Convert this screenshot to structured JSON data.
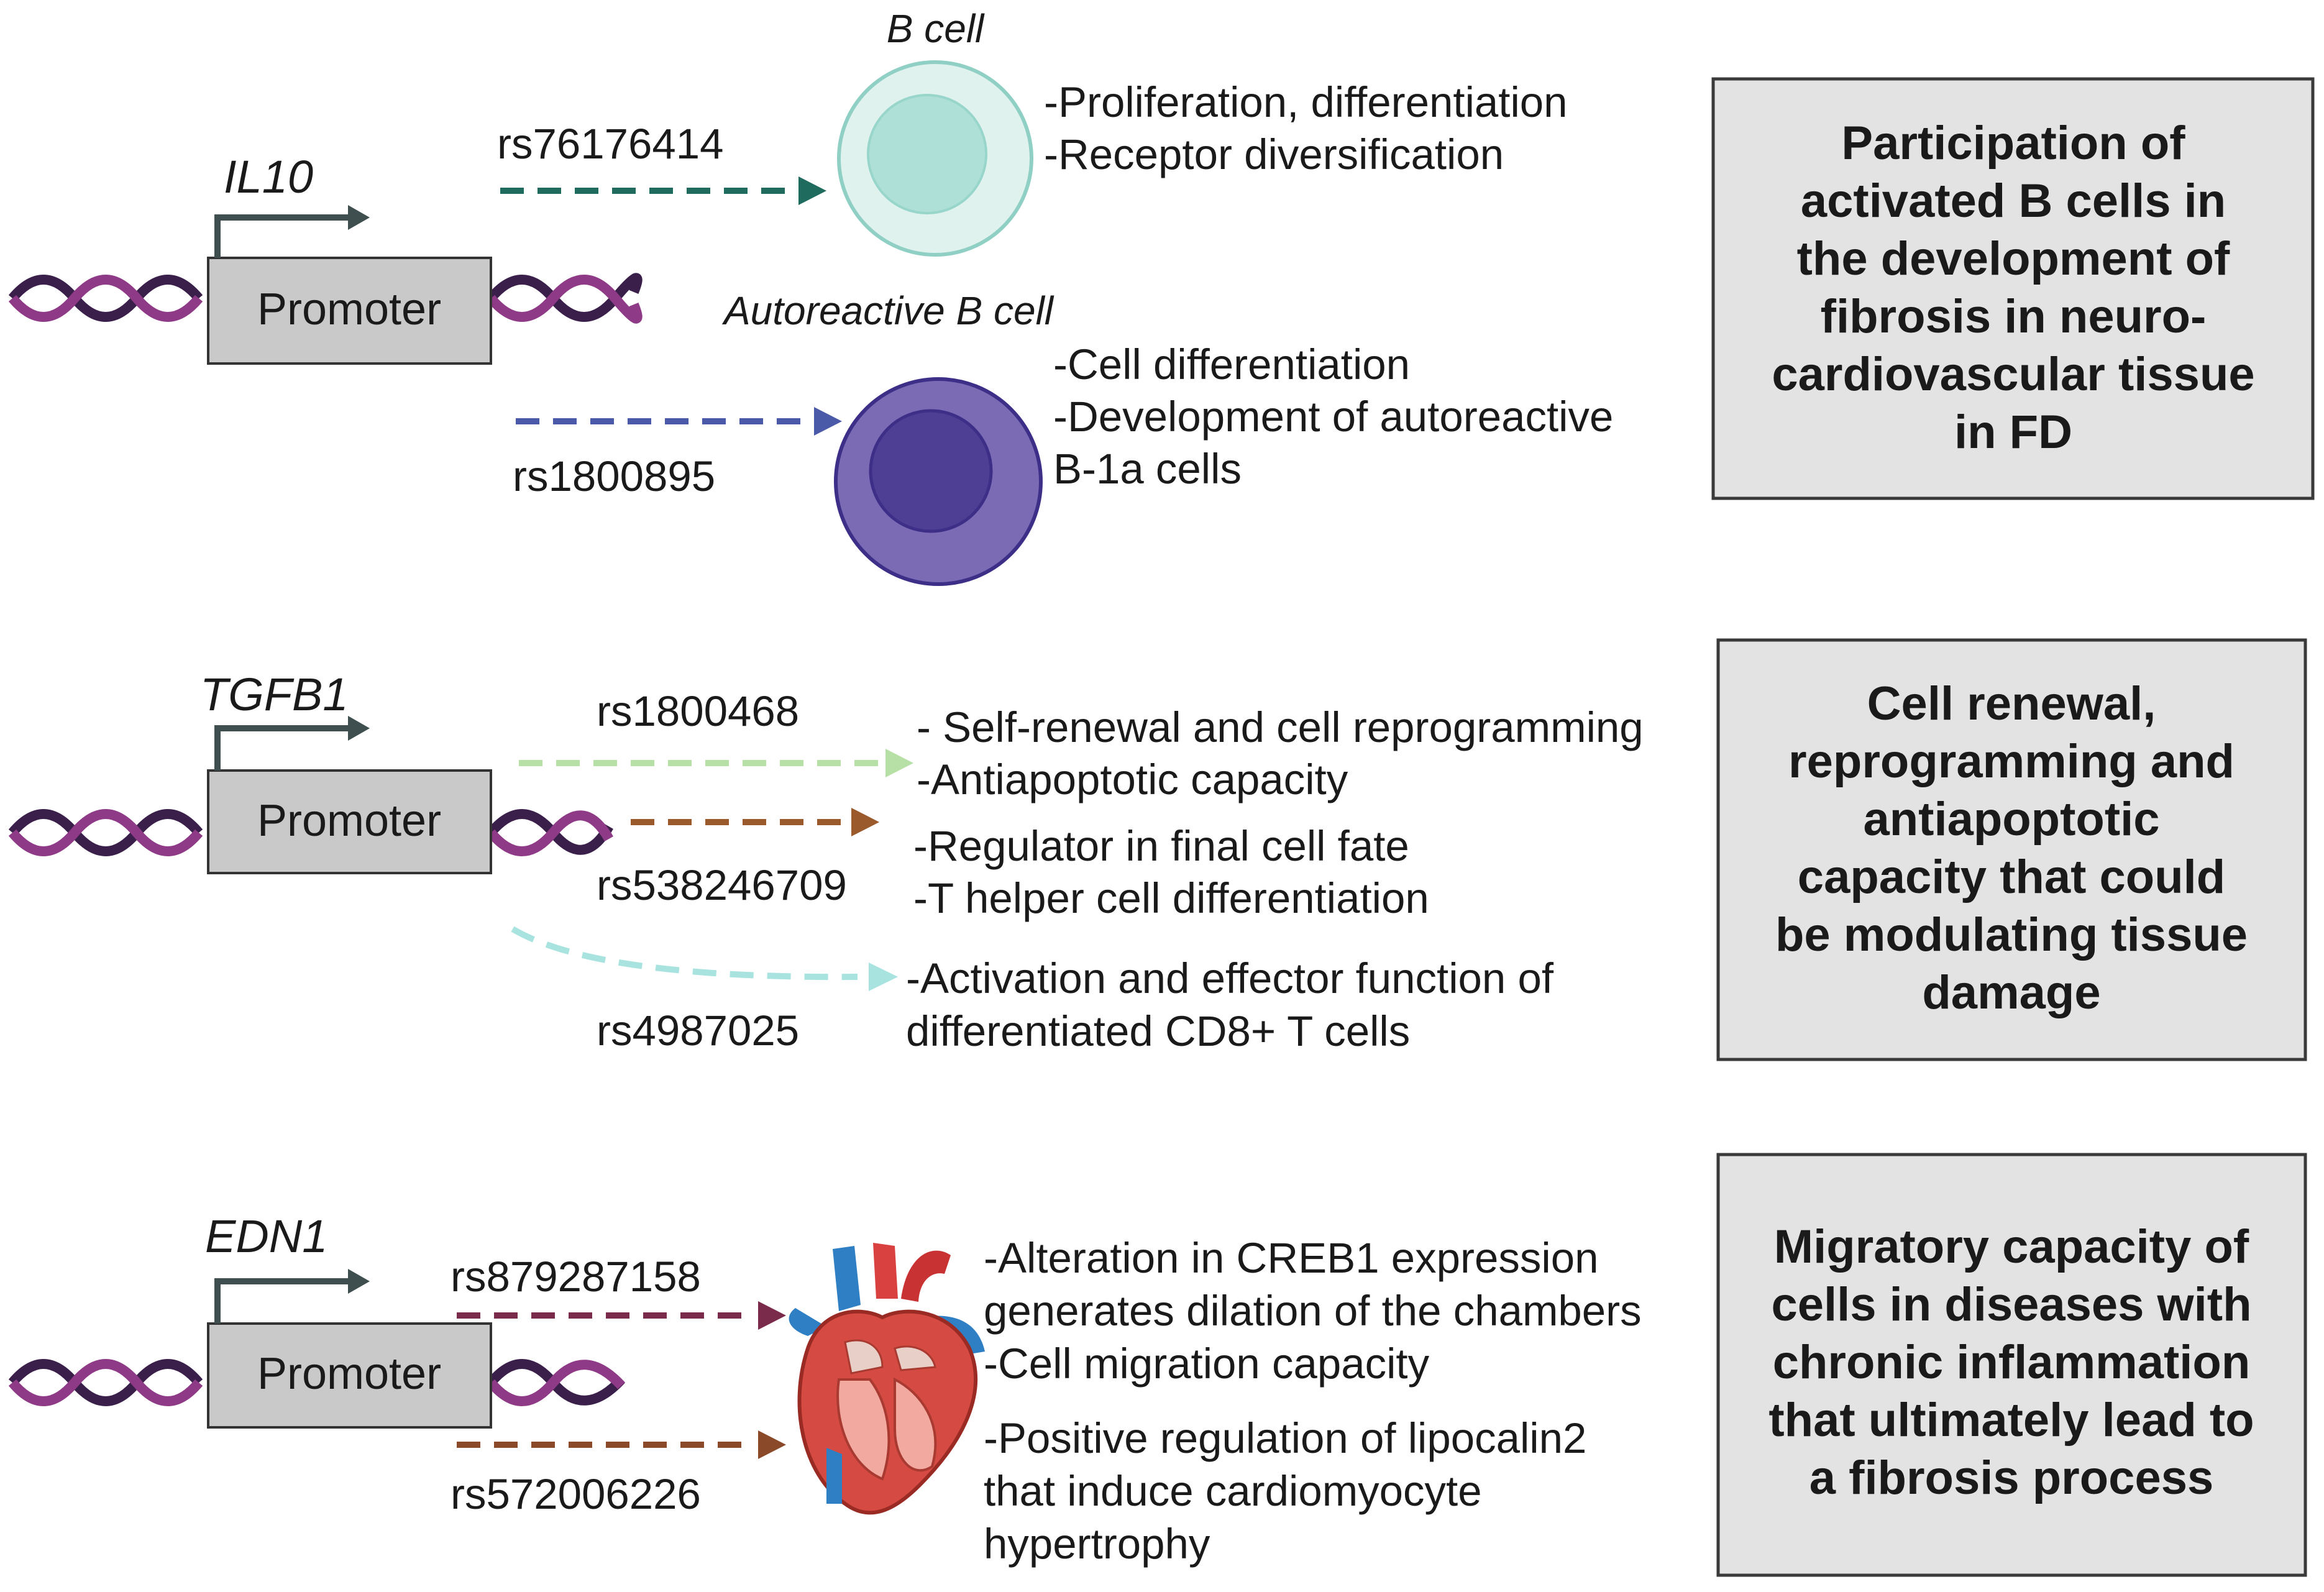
{
  "panels": [
    {
      "gene": "IL10",
      "promoter_label": "Promoter",
      "variants": [
        {
          "id": "rs76176414",
          "color": "#1f6b5e"
        },
        {
          "id": "rs1800895",
          "color": "#4a5aa8"
        }
      ],
      "cells": [
        {
          "title": "B cell",
          "color": "#cdece6",
          "functions": [
            "-Proliferation, differentiation",
            "-Receptor diversification"
          ]
        },
        {
          "title": "Autoreactive B cell",
          "color": "#7b6bb5",
          "functions": [
            "-Cell  differentiation",
            "-Development of autoreactive",
            "B-1a cells"
          ]
        }
      ],
      "summary": [
        "Participation of",
        "activated B cells in",
        "the development of",
        "fibrosis in neuro-",
        "cardiovascular tissue",
        "in FD"
      ]
    },
    {
      "gene": "TGFB1",
      "promoter_label": "Promoter",
      "variants": [
        {
          "id": "rs1800468",
          "color": "#b7e0a6"
        },
        {
          "id": "rs538246709",
          "color": "#9a5a2c"
        },
        {
          "id": "rs4987025",
          "color": "#a8e3e0"
        }
      ],
      "functions": [
        [
          "- Self-renewal and cell reprogramming",
          "-Antiapoptotic capacity"
        ],
        [
          "-Regulator in  final cell fate",
          "-T helper cell differentiation"
        ],
        [
          "-Activation and effector function of",
          "differentiated CD8+ T cells"
        ]
      ],
      "summary": [
        "Cell renewal,",
        "reprogramming and",
        "antiapoptotic",
        "capacity that could",
        "be modulating tissue",
        "damage"
      ]
    },
    {
      "gene": "EDN1",
      "promoter_label": "Promoter",
      "variants": [
        {
          "id": "rs879287158",
          "color": "#7a2a4a"
        },
        {
          "id": "rs572006226",
          "color": "#8a4a2a"
        }
      ],
      "functions": [
        [
          "-Alteration in CREB1 expression",
          "generates dilation of the chambers",
          "-Cell migration capacity"
        ],
        [
          "-Positive regulation of lipocalin2",
          "that  induce cardiomyocyte",
          "hypertrophy"
        ]
      ],
      "summary": [
        "Migratory capacity of",
        "cells in diseases with",
        "chronic inflammation",
        "that ultimately lead to",
        "a fibrosis process"
      ]
    }
  ],
  "colors": {
    "dna_strand_a": "#8e3a86",
    "dna_strand_b": "#3a1f4a",
    "promoter_fill": "#c9c9c9",
    "arrow_gray": "#3f4f4f",
    "summary_fill": "#e3e3e3"
  }
}
